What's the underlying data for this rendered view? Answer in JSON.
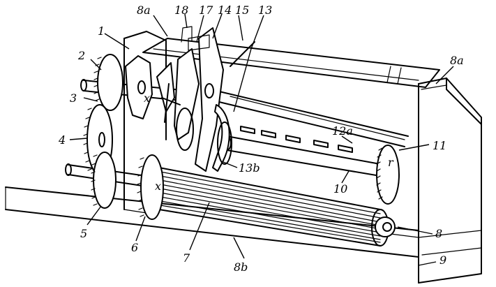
{
  "labels": {
    "l8a_top": "8a",
    "l18": "18",
    "l17": "17",
    "l14": "14",
    "l15": "15",
    "l13": "13",
    "l1": "1",
    "l2": "2",
    "l3": "3",
    "l4": "4",
    "l5": "5",
    "l6": "6",
    "l7": "7",
    "l8b": "8b",
    "l8": "8",
    "l9": "9",
    "l10": "10",
    "l11": "11",
    "l12a": "12a",
    "l13b": "13b",
    "l8a_right": "8a"
  }
}
